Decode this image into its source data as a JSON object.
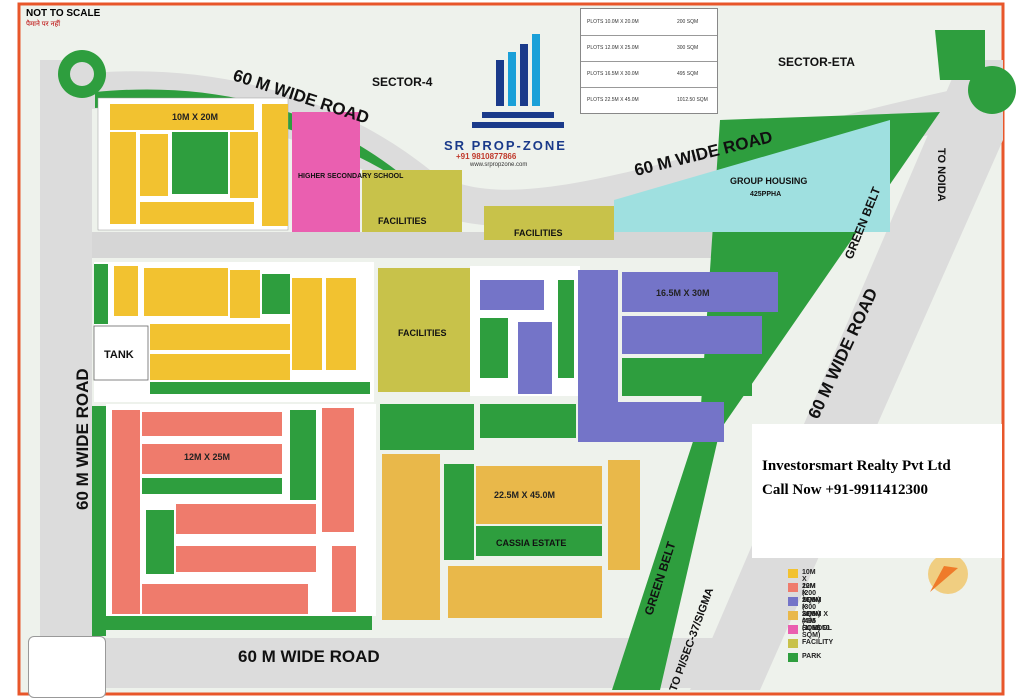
{
  "map": {
    "not_to_scale": "NOT TO SCALE",
    "not_to_scale_hindi": "पैमाने पर नहीं",
    "sectors": {
      "sector_4": "SECTOR-4",
      "sector_eta": "SECTOR-ETA"
    },
    "roads": {
      "top_left": "60 M WIDE ROAD",
      "top_right": "60 M WIDE ROAD",
      "left_vertical": "60 M WIDE ROAD",
      "bottom": "60 M WIDE ROAD",
      "right_diagonal": "60 M WIDE ROAD"
    },
    "green_belt_1": "GREEN BELT",
    "green_belt_2": "GREEN BELT",
    "to_noida": "TO NOIDA",
    "to_pi_sec": "TO PI/SEC-37/SIGMA",
    "tank": "TANK",
    "school": "HIGHER SECONDARY SCHOOL",
    "facilities": [
      "FACILITIES",
      "FACILITIES",
      "FACILITIES"
    ],
    "group_housing": "GROUP HOUSING",
    "group_housing_density": "425PPHA",
    "cassia_estate": "CASSIA ESTATE",
    "plot_labels": {
      "p10x20": "10M X 20M",
      "p12x25": "12M X 25M",
      "p16x30": "16.5M X 30M",
      "p22x45": "22.5M X 45.0M"
    }
  },
  "logo": {
    "brand": "SR PROP-ZONE",
    "phone": "+91 9810877866",
    "website": "www.srpropzone.com"
  },
  "plot_table": [
    {
      "size": "PLOTS 10.0M X 20.0M",
      "area": "200 SQM"
    },
    {
      "size": "PLOTS 12.0M X 25.0M",
      "area": "300 SQM"
    },
    {
      "size": "PLOTS 16.5M X 30.0M",
      "area": "495 SQM"
    },
    {
      "size": "PLOTS 22.5M X 45.0M",
      "area": "1012.50 SQM"
    }
  ],
  "legend": [
    {
      "label": "10M X 20M (200 SQM)",
      "color": "#f2c230"
    },
    {
      "label": "12M X 25M (300 SQM)",
      "color": "#ef7b6c"
    },
    {
      "label": "16.5M X 30M (495 SQM)",
      "color": "#7474c8"
    },
    {
      "label": "22.5M X 45M (1012.50 SQM)",
      "color": "#e9b84a"
    },
    {
      "label": "SCHOOL",
      "color": "#ea5fb0"
    },
    {
      "label": "FACILITY",
      "color": "#c8c24a"
    },
    {
      "label": "PARK",
      "color": "#2e9e3e"
    }
  ],
  "contact": {
    "company": "Investorsmart Realty Pvt Ltd",
    "phone": "Call Now +91-9911412300"
  },
  "colors": {
    "border": "#e8562a",
    "road": "#dcdcdc",
    "park": "#2e9e3e",
    "plot_yellow": "#f2c230",
    "plot_red": "#ef7b6c",
    "plot_blue": "#7474c8",
    "school": "#ea5fb0",
    "group_housing": "#9fe0e0"
  }
}
